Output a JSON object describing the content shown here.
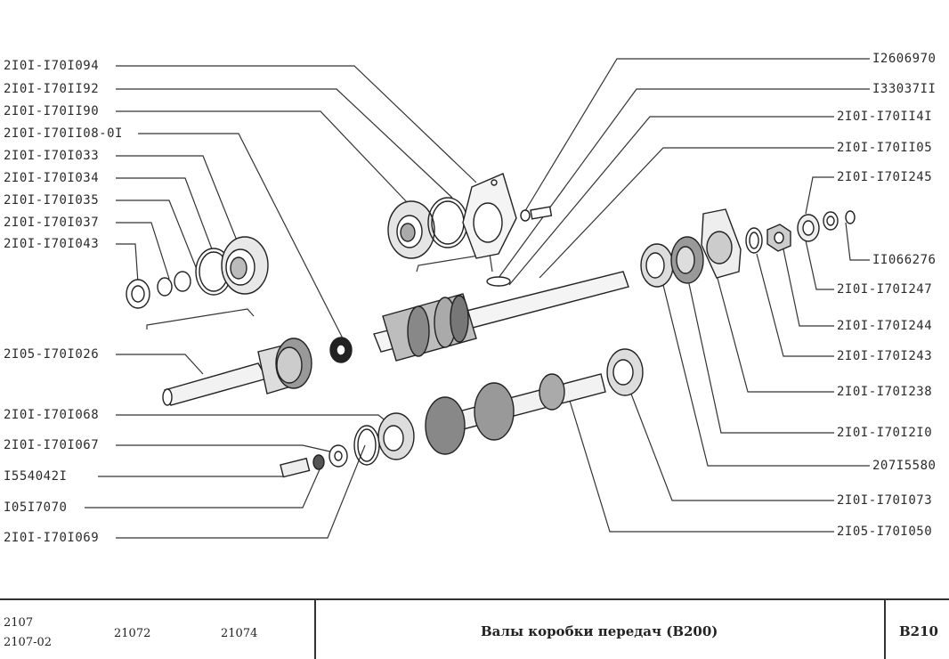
{
  "labels_left": [
    "2I0I-I70I094",
    "2I0I-I70II92",
    "2I0I-I70II90",
    "2I0I-I70II08-0I",
    "2I0I-I70I033",
    "2I0I-I70I034",
    "2I0I-I70I035",
    "2I0I-I70I037",
    "2I0I-I70I043",
    "2I05-I70I026",
    "2I0I-I70I068",
    "2I0I-I70I067",
    "I554042I",
    "I05I7070",
    "2I0I-I70I069"
  ],
  "labels_right": [
    "I2606970",
    "I33037II",
    "2I0I-I70II4I",
    "2I0I-I70II05",
    "2I0I-I70I245",
    "II066276",
    "2I0I-I70I247",
    "2I0I-I70I244",
    "2I0I-I70I243",
    "2I0I-I70I238",
    "2I0I-I70I2I0",
    "207I5580",
    "2I0I-I70I073",
    "2I05-I70I050"
  ],
  "footer": {
    "models": [
      "2107",
      "2107-02",
      "21072",
      "21074"
    ],
    "title": "Валы коробки передач (В200)",
    "code": "В210"
  }
}
